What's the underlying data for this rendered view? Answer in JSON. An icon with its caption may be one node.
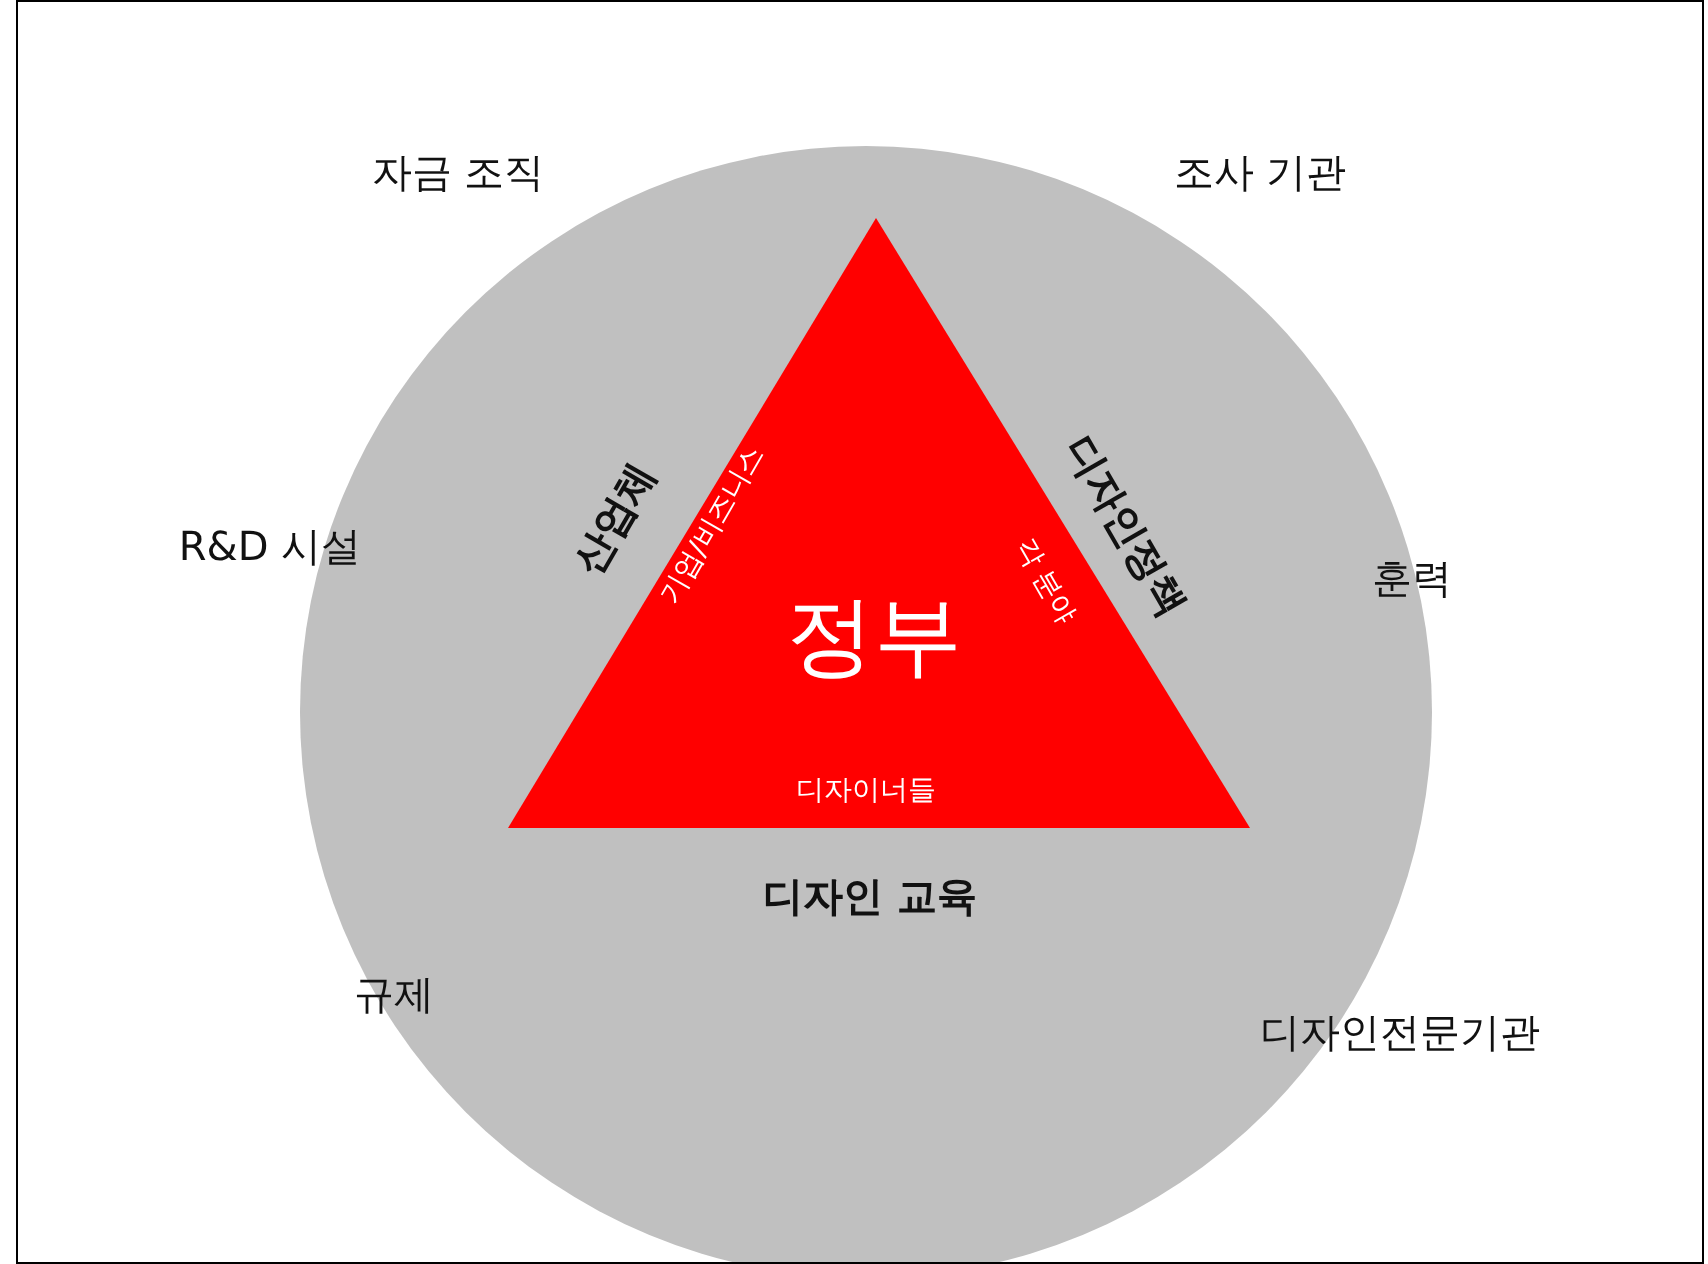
{
  "diagram": {
    "nodes": [
      {
        "text": [],
        "shape": "circle"
      },
      {
        "text": [
          "정부",
          "기업/비즈니스",
          "각 분야",
          "디자이너들"
        ],
        "in": 0
      }
    ],
    "labels": [
      "자금 조직",
      "조사 기관",
      "R&D 시설",
      "산업체",
      "디자인정책",
      "훈력",
      "디자인 교육",
      "규제",
      "디자인전문기관"
    ]
  }
}
